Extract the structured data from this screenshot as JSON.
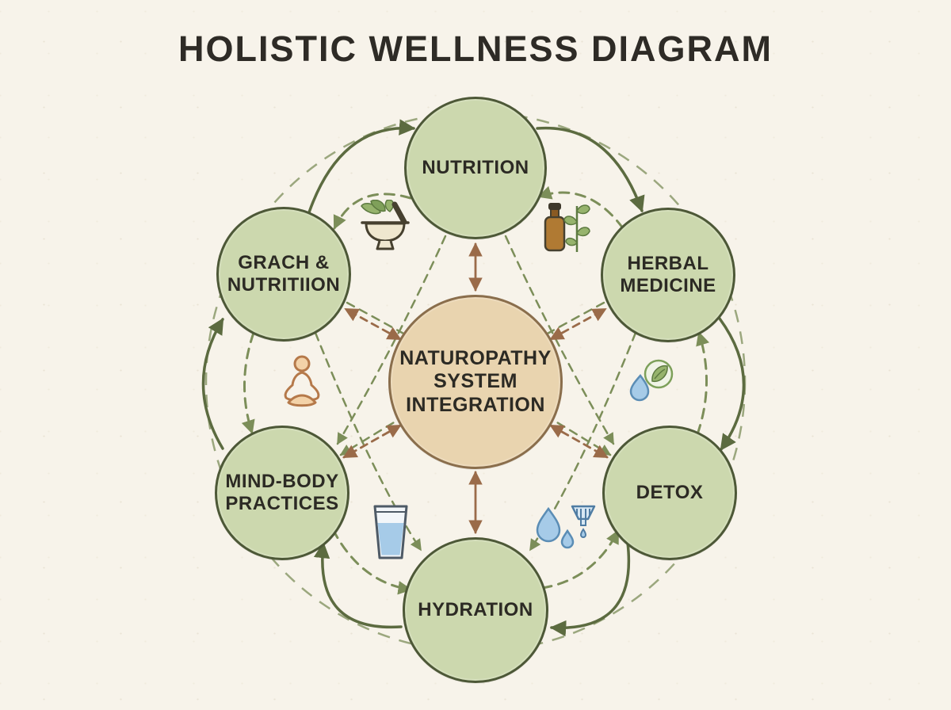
{
  "title": "HOLISTIC WELLNESS DIAGRAM",
  "center": {
    "lines": [
      "NATUROPATHY",
      "SYSTEM",
      "INTEGRATION"
    ]
  },
  "nodes": {
    "nutrition": {
      "lines": [
        "NUTRITION"
      ]
    },
    "grach": {
      "lines": [
        "GRACH &",
        "NUTRITIION"
      ]
    },
    "herbal": {
      "lines": [
        "HERBAL",
        "MEDICINE"
      ]
    },
    "mindbody": {
      "lines": [
        "MIND-BODY",
        "PRACTICES"
      ]
    },
    "detox": {
      "lines": [
        "DETOX"
      ]
    },
    "hydration": {
      "lines": [
        "HYDRATION"
      ]
    }
  },
  "icons": {
    "mortar_pestle": "mortar-pestle-herbs-icon",
    "herbal_bottle": "herbal-tincture-bottle-icon",
    "meditation": "meditation-lotus-pose-icon",
    "water_leaf": "water-drop-leaf-icon",
    "water_glass": "water-glass-icon",
    "water_filter": "water-drops-filter-icon"
  },
  "colors": {
    "background": "#f7f3ea",
    "title": "#2e2b26",
    "node_fill": "#ccd8ae",
    "node_border": "#4d5837",
    "node_text": "#2c2a24",
    "center_fill": "#e9d4af",
    "center_border": "#8a6e4c",
    "arrow_olive": "#5c6b40",
    "arrow_light": "#7c8e59",
    "arrow_brown": "#9a6b49"
  }
}
